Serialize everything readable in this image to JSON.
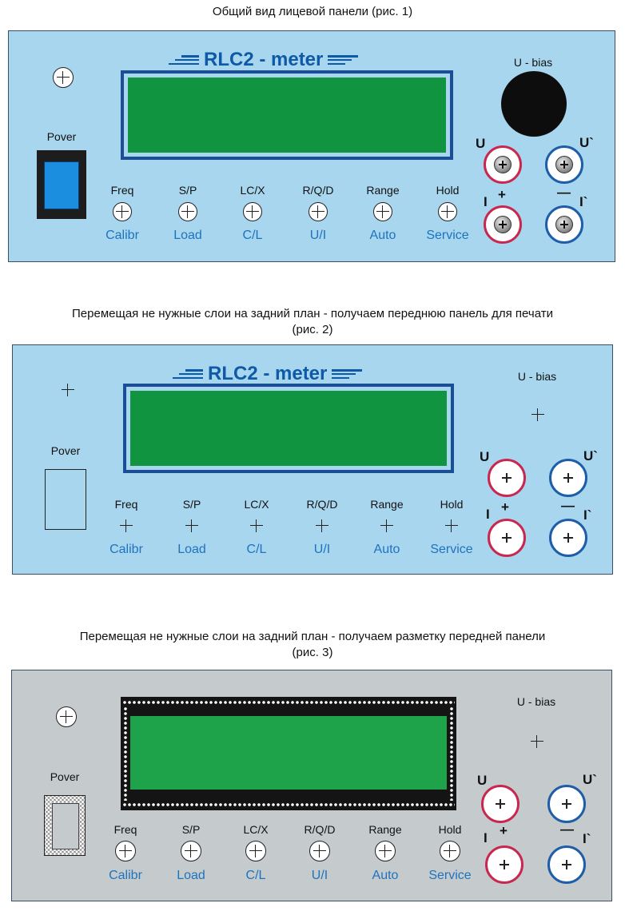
{
  "captions": {
    "fig1": "Общий вид лицевой панели (рис. 1)",
    "fig2_line1": "Перемещая не нужные слои на задний план - получаем переднюю панель для печати",
    "fig2_line2": "(рис. 2)",
    "fig3_line1": "Перемещая не нужные слои на задний план - получаем разметку передней панели",
    "fig3_line2": "(рис. 3)"
  },
  "panel": {
    "title": "RLC2 - meter",
    "power_label": "Pover",
    "ubias_label": "U - bias",
    "buttons": [
      {
        "top": "Freq",
        "bottom": "Calibr"
      },
      {
        "top": "S/P",
        "bottom": "Load"
      },
      {
        "top": "LC/X",
        "bottom": "C/L"
      },
      {
        "top": "R/Q/D",
        "bottom": "U/I"
      },
      {
        "top": "Range",
        "bottom": "Auto"
      },
      {
        "top": "Hold",
        "bottom": "Service"
      }
    ],
    "jacks": {
      "u": "U",
      "u_prime": "U`",
      "i": "I",
      "i_prime": "I`",
      "plus": "+",
      "minus": "—"
    }
  },
  "colors": {
    "panel_blue": "#a9d6ef",
    "panel_gray": "#c5cacd",
    "lcd_green": "#11943f",
    "accent_blue": "#0e5aa7",
    "jack_red": "#c8284f",
    "jack_blue": "#1e5da8",
    "power_switch": "#1c8ee0"
  }
}
